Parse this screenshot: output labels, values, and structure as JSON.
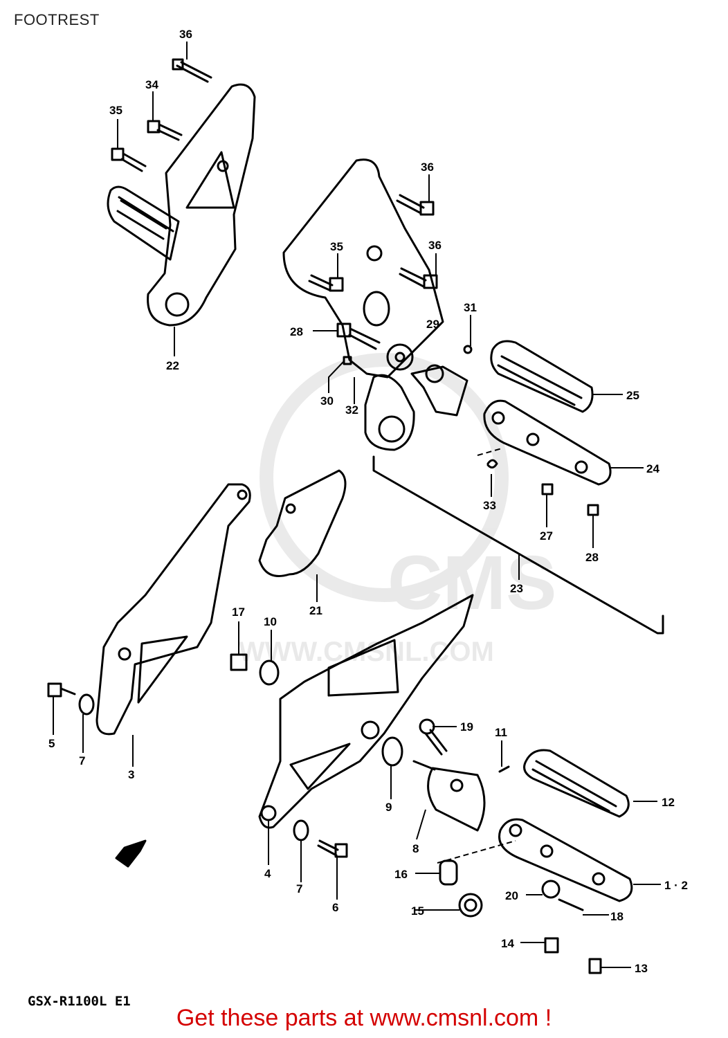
{
  "page": {
    "title": "FOOTREST"
  },
  "diagram": {
    "watermark_brand": "CMS",
    "watermark_site": "WWW.CMSNL.COM",
    "model_code": "GSX-R1100L E1",
    "front_direction_icon": "arrow-icon",
    "parts": [
      {
        "id": "p36a",
        "label": "36"
      },
      {
        "id": "p34",
        "label": "34"
      },
      {
        "id": "p35a",
        "label": "35"
      },
      {
        "id": "p22",
        "label": "22"
      },
      {
        "id": "p36b",
        "label": "36"
      },
      {
        "id": "p35b",
        "label": "35"
      },
      {
        "id": "p36c",
        "label": "36"
      },
      {
        "id": "p29",
        "label": "29"
      },
      {
        "id": "p31",
        "label": "31"
      },
      {
        "id": "p28a",
        "label": "28"
      },
      {
        "id": "p30",
        "label": "30"
      },
      {
        "id": "p32",
        "label": "32"
      },
      {
        "id": "p25",
        "label": "25"
      },
      {
        "id": "p24",
        "label": "24"
      },
      {
        "id": "p33",
        "label": "33"
      },
      {
        "id": "p27",
        "label": "27"
      },
      {
        "id": "p28b",
        "label": "28"
      },
      {
        "id": "p23",
        "label": "23"
      },
      {
        "id": "p21",
        "label": "21"
      },
      {
        "id": "p17",
        "label": "17"
      },
      {
        "id": "p10",
        "label": "10"
      },
      {
        "id": "p5",
        "label": "5"
      },
      {
        "id": "p7a",
        "label": "7"
      },
      {
        "id": "p3",
        "label": "3"
      },
      {
        "id": "p19",
        "label": "19"
      },
      {
        "id": "p11",
        "label": "11"
      },
      {
        "id": "p9",
        "label": "9"
      },
      {
        "id": "p12",
        "label": "12"
      },
      {
        "id": "p8",
        "label": "8"
      },
      {
        "id": "p4",
        "label": "4"
      },
      {
        "id": "p7b",
        "label": "7"
      },
      {
        "id": "p6",
        "label": "6"
      },
      {
        "id": "p16",
        "label": "16"
      },
      {
        "id": "p20",
        "label": "20"
      },
      {
        "id": "p1-2",
        "label": "1 · 2"
      },
      {
        "id": "p15",
        "label": "15"
      },
      {
        "id": "p18",
        "label": "18"
      },
      {
        "id": "p14",
        "label": "14"
      },
      {
        "id": "p13",
        "label": "13"
      }
    ]
  },
  "footer": {
    "cta": "Get these parts at www.cmsnl.com !"
  }
}
